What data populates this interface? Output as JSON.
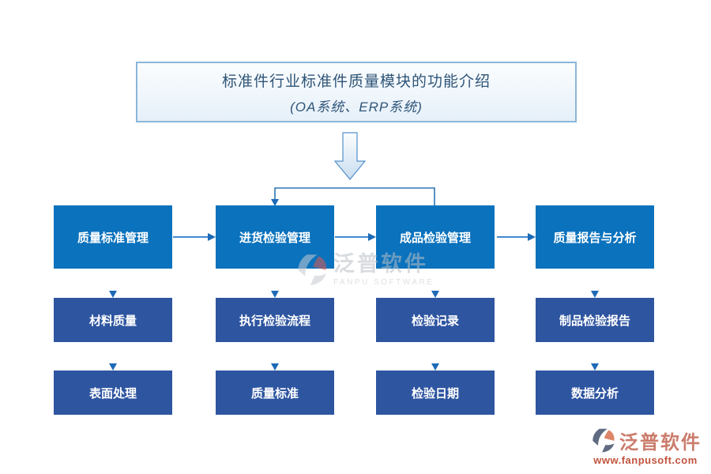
{
  "title": {
    "line1": "标准件行业标准件质量模块的功能介绍",
    "line2": "(OA系统、ERP系统)"
  },
  "columns": [
    {
      "header": "质量标准管理",
      "items": [
        "材料质量",
        "表面处理"
      ]
    },
    {
      "header": "进货检验管理",
      "items": [
        "执行检验流程",
        "质量标准"
      ]
    },
    {
      "header": "成品检验管理",
      "items": [
        "检验记录",
        "检验日期"
      ]
    },
    {
      "header": "质量报告与分析",
      "items": [
        "制品检验报告",
        "数据分析"
      ]
    }
  ],
  "watermark": {
    "name": "泛普软件",
    "subtitle": "FANPU SOFTWARE"
  },
  "footer_logo": {
    "name": "泛普软件",
    "url": "www.fanpusoft.com"
  },
  "colors": {
    "header_box": "#0b72bd",
    "item_box": "#2e55a0",
    "connector": "#2e75b6",
    "title_border": "#8ab6da",
    "title_text": "#2f5578",
    "logo_coral": "#dd8568",
    "logo_gray": "#5f6b80"
  }
}
